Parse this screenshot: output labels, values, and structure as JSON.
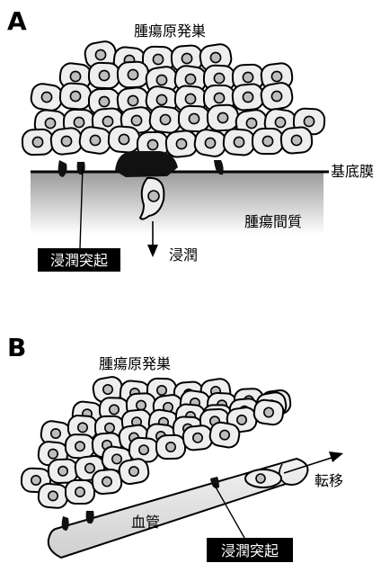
{
  "panels": [
    {
      "letter": "A",
      "tumor_label": "腫瘍原発巣",
      "membrane_label": "基底膜",
      "stroma_label": "腫瘍間質",
      "process_label": "浸潤突起",
      "invasion_label": "浸潤"
    },
    {
      "letter": "B",
      "tumor_label": "腫瘍原発巣",
      "vessel_label": "血管",
      "process_label": "浸潤突起",
      "metastasis_label": "転移"
    }
  ],
  "colors": {
    "cell_fill": "#eeeeee",
    "outline": "#000000",
    "stroma_gradient_top": "#a0a0a0",
    "stroma_gradient_bottom": "#ffffff",
    "vessel_fill": "#e3e3e3",
    "label_box": "#000000",
    "label_box_text": "#ffffff"
  }
}
